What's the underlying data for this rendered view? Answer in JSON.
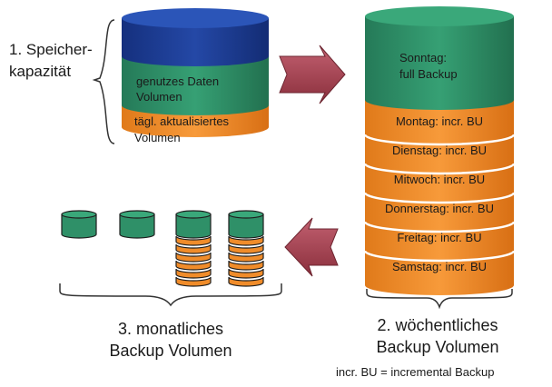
{
  "left_cylinder": {
    "caption_line1": "1. Speicher-",
    "caption_line2": "kapazität",
    "data_volume_line1": "genutzes Daten",
    "data_volume_line2": "Volumen",
    "daily_line1": "tägl. aktualisiertes",
    "daily_line2": "Volumen"
  },
  "weekly": {
    "full_line1": "Sonntag:",
    "full_line2": "full Backup",
    "days": [
      "Montag: incr. BU",
      "Dienstag: incr. BU",
      "Mitwoch: incr. BU",
      "Donnerstag: incr. BU",
      "Freitag: incr. BU",
      "Samstag: incr. BU"
    ],
    "caption_line1": "2. wöchentliches",
    "caption_line2": "Backup Volumen",
    "footnote": "incr. BU = incremental Backup"
  },
  "monthly": {
    "caption_line1": "3. monatliches",
    "caption_line2": "Backup Volumen"
  },
  "colors": {
    "blue": "#1c3c96",
    "green": "#2f9068",
    "orange": "#f08c2a",
    "arrow": "#a8404d"
  }
}
